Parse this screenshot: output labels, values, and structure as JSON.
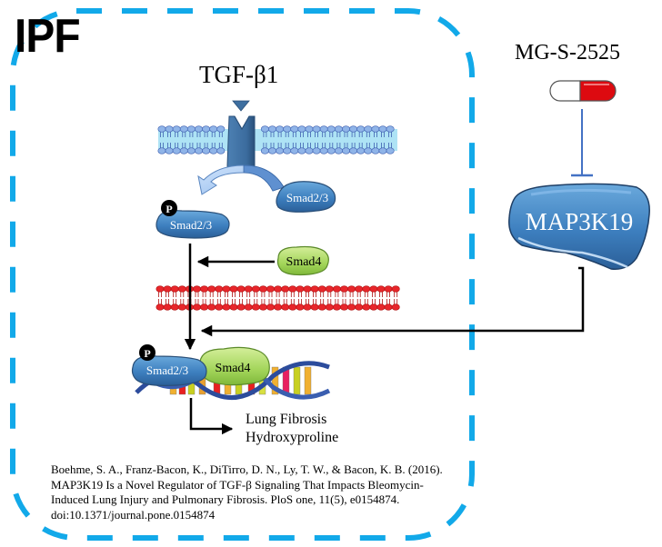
{
  "figure": {
    "panel_label": "IPF",
    "ligand_label": "TGF-β1",
    "drug_label": "MG-S-2525",
    "target_label": "MAP3K19",
    "proteins": {
      "smad23_free": "Smad2/3",
      "smad23_phospho": "Smad2/3",
      "smad4_free": "Smad4",
      "smad23_dna": "Smad2/3",
      "smad4_dna": "Smad4",
      "phospho_mark": "P"
    },
    "outcomes": [
      "Lung Fibrosis",
      "Hydroxyproline"
    ],
    "citation_lines": [
      "Boehme, S. A., Franz-Bacon, K., DiTirro, D. N., Ly, T. W., & Bacon, K. B. (2016).",
      "MAP3K19 Is a Novel Regulator of TGF-β Signaling That Impacts Bleomycin-",
      "Induced Lung Injury and Pulmonary Fibrosis. PloS one, 11(5), e0154874.",
      "doi:10.1371/journal.pone.0154874"
    ],
    "colors": {
      "border_dash": "#12a9e9",
      "cell_membrane": "#aee3f5",
      "cell_membrane_head": "#8fb4e8",
      "nuclear_membrane": "#e8262b",
      "receptor": "#3e6fa0",
      "smad23": "#4b8fcc",
      "smad4": "#a6d65a",
      "map3k19": "#3f84c3",
      "capsule_red": "#dd0a10",
      "inhibitor_line": "#4472c4",
      "dna_strand": "#2c4c9c"
    }
  }
}
